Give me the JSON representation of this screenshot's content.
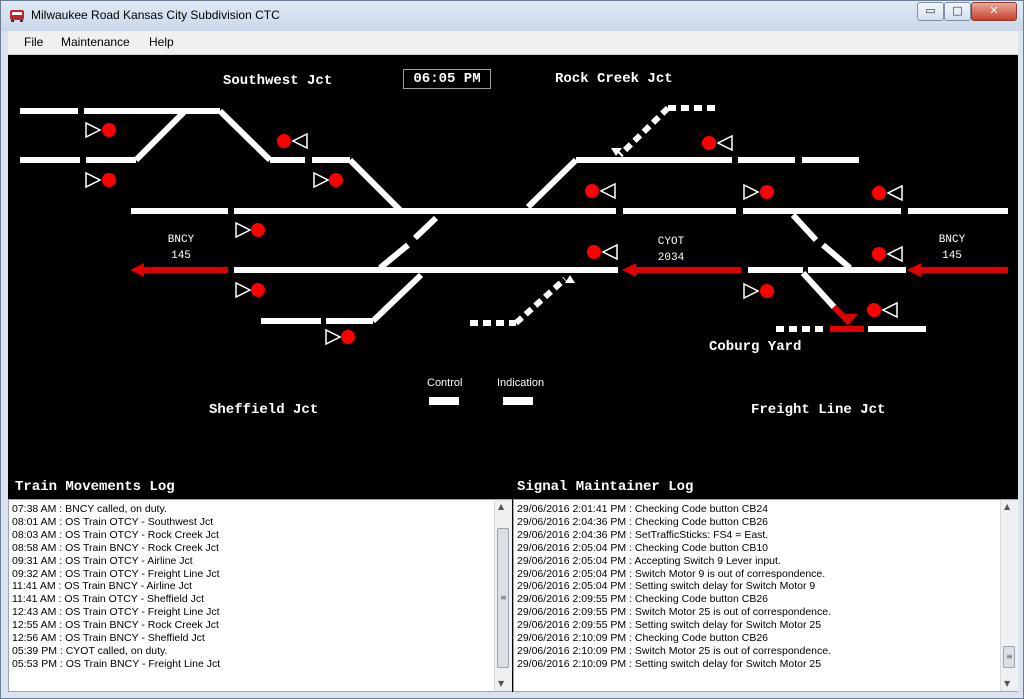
{
  "window": {
    "title": "Milwaukee Road Kansas City Subdivision CTC",
    "controls": {
      "minimize": "▭",
      "maximize": "□",
      "close": "✕"
    }
  },
  "menu": {
    "items": [
      "File",
      "Maintenance",
      "Help"
    ]
  },
  "clock": "06:05 PM",
  "junctions": {
    "southwest": "Southwest Jct",
    "rock_creek": "Rock Creek Jct",
    "sheffield": "Sheffield Jct",
    "freight_line": "Freight Line Jct",
    "coburg_yard": "Coburg Yard"
  },
  "trains": [
    {
      "id": "BNCY",
      "number": "145"
    },
    {
      "id": "CYOT",
      "number": "2034"
    },
    {
      "id": "BNCY",
      "number": "145"
    }
  ],
  "legend": {
    "control": "Control",
    "indication": "Indication"
  },
  "colors": {
    "occupied_track": "#e00000",
    "signal_stop": "#ff0000",
    "track": "#ffffff",
    "background": "#000000"
  },
  "train_log": {
    "title": "Train Movements Log",
    "lines": [
      "07:38 AM : BNCY called, on duty.",
      "08:01 AM : OS Train OTCY - Southwest Jct",
      "08:03 AM : OS Train OTCY - Rock Creek Jct",
      "08:58 AM : OS Train BNCY - Rock Creek Jct",
      "09:31 AM : OS Train OTCY - Airline Jct",
      "09:32 AM : OS Train OTCY - Freight Line Jct",
      "11:41 AM : OS Train BNCY - Airline Jct",
      "11:41 AM : OS Train OTCY - Sheffield Jct",
      "12:43 AM : OS Train OTCY - Freight Line Jct",
      "12:55 AM : OS Train BNCY - Rock Creek Jct",
      "12:56 AM : OS Train BNCY - Sheffield Jct",
      "05:39 PM : CYOT called, on duty.",
      "05:53 PM : OS Train BNCY - Freight Line Jct"
    ]
  },
  "maint_log": {
    "title": "Signal Maintainer Log",
    "lines": [
      "29/06/2016 2:01:41 PM : Checking Code button CB24",
      "29/06/2016 2:04:36 PM : Checking Code button CB26",
      "29/06/2016 2:04:36 PM : SetTrafficSticks: FS4 = East.",
      "29/06/2016 2:05:04 PM : Checking Code button CB10",
      "29/06/2016 2:05:04 PM : Accepting Switch 9 Lever input.",
      "29/06/2016 2:05:04 PM : Switch Motor 9 is out of correspondence.",
      "29/06/2016 2:05:04 PM : Setting switch delay for Switch Motor 9",
      "29/06/2016 2:09:55 PM : Checking Code button CB26",
      "29/06/2016 2:09:55 PM : Switch Motor 25 is out of correspondence.",
      "29/06/2016 2:09:55 PM : Setting switch delay for Switch Motor 25",
      "29/06/2016 2:10:09 PM : Checking Code button CB26",
      "29/06/2016 2:10:09 PM : Switch Motor 25 is out of correspondence.",
      "29/06/2016 2:10:09 PM : Setting switch delay for Switch Motor 25"
    ]
  }
}
